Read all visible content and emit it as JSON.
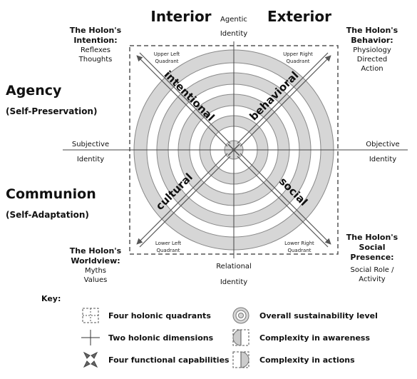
{
  "headers": {
    "interior": "Interior",
    "exterior": "Exterior"
  },
  "axes": {
    "top": [
      "Agentic",
      "Identity"
    ],
    "bottom": [
      "Relational",
      "Identity"
    ],
    "left": [
      "Subjective",
      "Identity"
    ],
    "right": [
      "Objective",
      "Identity"
    ]
  },
  "sides": {
    "agency": "Agency",
    "agency_sub": "(Self-Preservation)",
    "communion": "Communion",
    "communion_sub": "(Self-Adaptation)"
  },
  "quadrants": {
    "ul": [
      "Upper Left",
      "Quadrant"
    ],
    "ur": [
      "Upper Right",
      "Quadrant"
    ],
    "ll": [
      "Lower Left",
      "Quadrant"
    ],
    "lr": [
      "Lower Right",
      "Quadrant"
    ]
  },
  "capabilities": {
    "ul": "intentional",
    "ur": "behavioral",
    "ll": "cultural",
    "lr": "social"
  },
  "corners": {
    "tl": {
      "title": [
        "The Holon's",
        "Intention:"
      ],
      "items": [
        "Reflexes",
        "Thoughts"
      ]
    },
    "tr": {
      "title": [
        "The Holon's",
        "Behavior:"
      ],
      "items": [
        "Physiology",
        "Directed",
        "Action"
      ]
    },
    "bl": {
      "title": [
        "The Holon's",
        "Worldview:"
      ],
      "items": [
        "Myths",
        "Values"
      ]
    },
    "br": {
      "title": [
        "The Holon's",
        "Social",
        "Presence:"
      ],
      "items": [
        "Social Role /",
        "Activity"
      ]
    }
  },
  "key": {
    "title": "Key:",
    "items": [
      "Four holonic quadrants",
      "Two holonic dimensions",
      "Four functional capabilities",
      "Overall sustainability level",
      "Complexity in awareness",
      "Complexity in actions"
    ]
  },
  "colors": {
    "ring": "#d4d4d4",
    "stroke": "#555555",
    "text": "#111111"
  }
}
